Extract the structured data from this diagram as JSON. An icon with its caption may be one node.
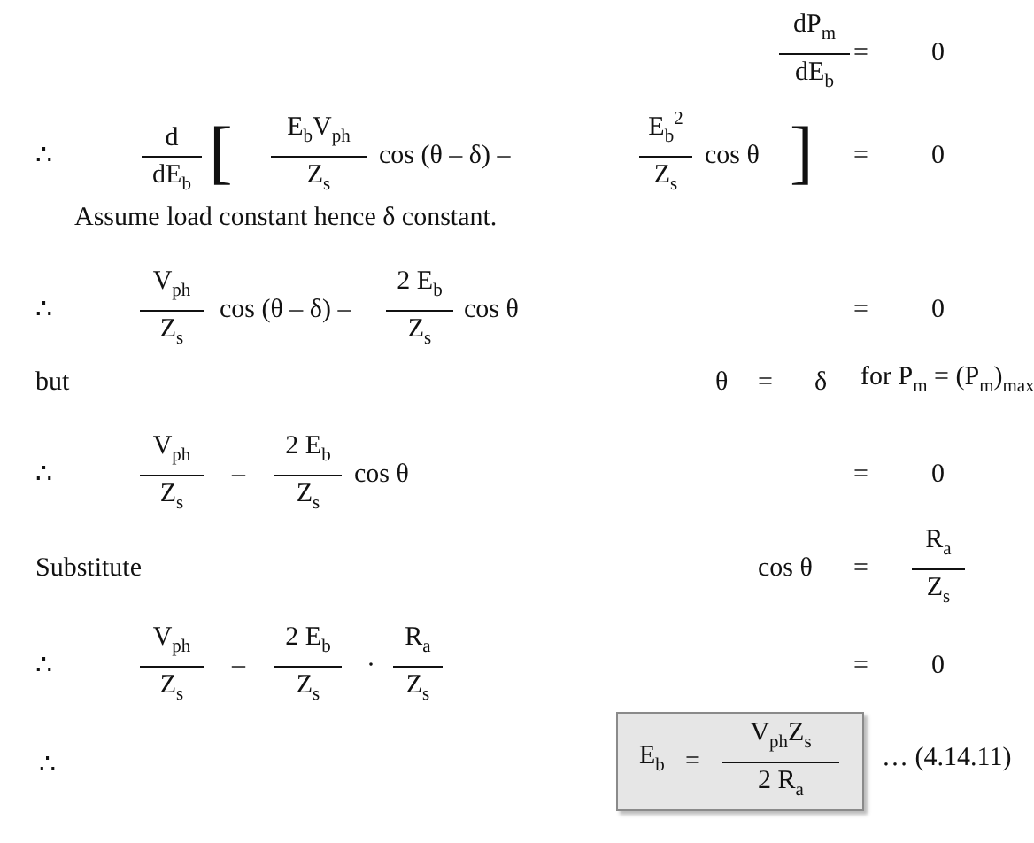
{
  "diagram": {
    "nodes": [
      {
        "text": [
          "E$_{b}$",
          "=",
          "V$_{ph}$Z$_{s}$",
          "2 R$_{a}$"
        ]
      }
    ],
    "labels": [
      "dP$_{m}$",
      "dE$_{b}$",
      "=",
      "0",
      "∴",
      "d",
      "dE$_{b}$",
      "[",
      "E$_{b}$V$_{ph}$",
      "Z$_{s}$",
      "cos (θ – δ) –",
      "E$_{b}$$^{2}$",
      "Z$_{s}$",
      "cos θ",
      "]",
      "=",
      "0",
      "Assume load constant hence δ constant.",
      "∴",
      "V$_{ph}$",
      "Z$_{s}$",
      "cos (θ – δ) –",
      "2 E$_{b}$",
      "Z$_{s}$",
      "cos θ",
      "=",
      "0",
      "but",
      "θ",
      "=",
      "δ",
      "for P$_{m}$ = (P$_{m}$)$_{max}$",
      "∴",
      "V$_{ph}$",
      "Z$_{s}$",
      "–",
      "2 E$_{b}$",
      "Z$_{s}$",
      "cos θ",
      "=",
      "0",
      "Substitute",
      "cos θ",
      "=",
      "R$_{a}$",
      "Z$_{s}$",
      "∴",
      "V$_{ph}$",
      "Z$_{s}$",
      "–",
      "2 E$_{b}$",
      "Z$_{s}$",
      "·",
      "R$_{a}$",
      "Z$_{s}$",
      "=",
      "0",
      "∴",
      "… (4.14.11)"
    ]
  }
}
